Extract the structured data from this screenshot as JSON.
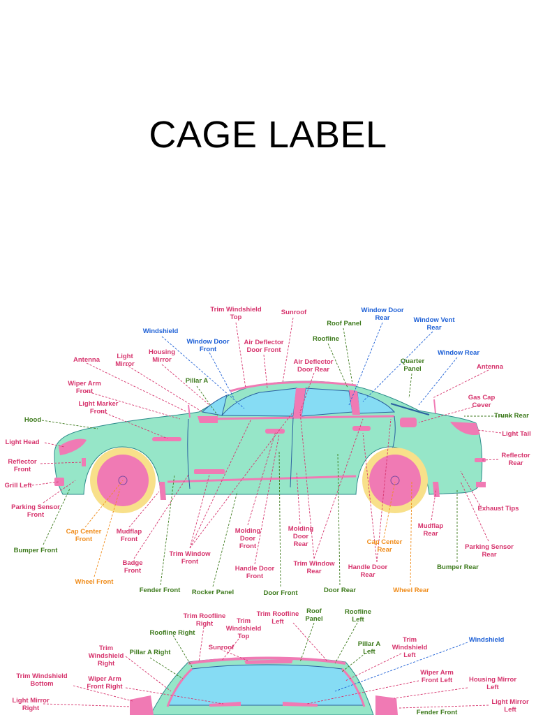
{
  "title": "CAGE LABEL",
  "colors": {
    "body": "#96e6c8",
    "trim": "#f07ab4",
    "glass": "#86dcf4",
    "tire": "#f8e08a",
    "label_green": "#3d7a1c",
    "label_pink": "#d6336c",
    "label_blue": "#1c5fd6",
    "label_orange": "#f08c1a"
  },
  "side_labels": [
    {
      "id": "trim-windshield-top",
      "lines": [
        "Trim Windshield",
        "Top"
      ],
      "color": "pink"
    },
    {
      "id": "sunroof",
      "lines": [
        "Sunroof"
      ],
      "color": "pink"
    },
    {
      "id": "window-door-rear",
      "lines": [
        "Window Door",
        "Rear"
      ],
      "color": "blue"
    },
    {
      "id": "roof-panel",
      "lines": [
        "Roof Panel"
      ],
      "color": "green"
    },
    {
      "id": "window-vent-rear",
      "lines": [
        "Window Vent",
        "Rear"
      ],
      "color": "blue"
    },
    {
      "id": "windshield",
      "lines": [
        "Windshield"
      ],
      "color": "blue"
    },
    {
      "id": "window-door-front",
      "lines": [
        "Window Door",
        "Front"
      ],
      "color": "blue"
    },
    {
      "id": "air-deflector-door-front",
      "lines": [
        "Air Deflector",
        "Door Front"
      ],
      "color": "pink"
    },
    {
      "id": "roofline",
      "lines": [
        "Roofline"
      ],
      "color": "green"
    },
    {
      "id": "window-rear",
      "lines": [
        "Window Rear"
      ],
      "color": "blue"
    },
    {
      "id": "housing-mirror",
      "lines": [
        "Housing",
        "Mirror"
      ],
      "color": "pink"
    },
    {
      "id": "light-mirror",
      "lines": [
        "Light",
        "Mirror"
      ],
      "color": "pink"
    },
    {
      "id": "antenna-front",
      "lines": [
        "Antenna"
      ],
      "color": "pink"
    },
    {
      "id": "air-deflector-door-rear",
      "lines": [
        "Air Deflector",
        "Door Rear"
      ],
      "color": "pink"
    },
    {
      "id": "quarter-panel",
      "lines": [
        "Quarter",
        "Panel"
      ],
      "color": "green"
    },
    {
      "id": "antenna-rear",
      "lines": [
        "Antenna"
      ],
      "color": "pink"
    },
    {
      "id": "pillar-a",
      "lines": [
        "Pillar A"
      ],
      "color": "green"
    },
    {
      "id": "wiper-arm-front",
      "lines": [
        "Wiper Arm",
        "Front"
      ],
      "color": "pink"
    },
    {
      "id": "gas-cap-cover",
      "lines": [
        "Gas Cap",
        "Cover"
      ],
      "color": "pink"
    },
    {
      "id": "light-marker-front",
      "lines": [
        "Light Marker",
        "Front"
      ],
      "color": "pink"
    },
    {
      "id": "trunk-rear",
      "lines": [
        "Trunk Rear"
      ],
      "color": "green"
    },
    {
      "id": "hood",
      "lines": [
        "Hood"
      ],
      "color": "green"
    },
    {
      "id": "light-tail",
      "lines": [
        "Light Tail"
      ],
      "color": "pink"
    },
    {
      "id": "light-head",
      "lines": [
        "Light Head"
      ],
      "color": "pink"
    },
    {
      "id": "reflector-front",
      "lines": [
        "Reflector",
        "Front"
      ],
      "color": "pink"
    },
    {
      "id": "reflector-rear",
      "lines": [
        "Reflector",
        "Rear"
      ],
      "color": "pink"
    },
    {
      "id": "grill-left",
      "lines": [
        "Grill Left"
      ],
      "color": "pink"
    },
    {
      "id": "parking-sensor-front",
      "lines": [
        "Parking Sensor",
        "Front"
      ],
      "color": "pink"
    },
    {
      "id": "exhaust-tips",
      "lines": [
        "Exhaust Tips"
      ],
      "color": "pink"
    },
    {
      "id": "molding-door-front",
      "lines": [
        "Molding",
        "Door",
        "Front"
      ],
      "color": "pink"
    },
    {
      "id": "molding-door-rear",
      "lines": [
        "Molding",
        "Door",
        "Rear"
      ],
      "color": "pink"
    },
    {
      "id": "mudflap-rear",
      "lines": [
        "Mudflap",
        "Rear"
      ],
      "color": "pink"
    },
    {
      "id": "cap-center-front",
      "lines": [
        "Cap Center",
        "Front"
      ],
      "color": "orange"
    },
    {
      "id": "mudflap-front",
      "lines": [
        "Mudflap",
        "Front"
      ],
      "color": "pink"
    },
    {
      "id": "cap-center-rear",
      "lines": [
        "Cap Center",
        "Rear"
      ],
      "color": "orange"
    },
    {
      "id": "parking-sensor-rear",
      "lines": [
        "Parking Sensor",
        "Rear"
      ],
      "color": "pink"
    },
    {
      "id": "bumper-front",
      "lines": [
        "Bumper Front"
      ],
      "color": "green"
    },
    {
      "id": "trim-window-front",
      "lines": [
        "Trim Window",
        "Front"
      ],
      "color": "pink"
    },
    {
      "id": "badge-front",
      "lines": [
        "Badge",
        "Front"
      ],
      "color": "pink"
    },
    {
      "id": "trim-window-rear",
      "lines": [
        "Trim Window",
        "Rear"
      ],
      "color": "pink"
    },
    {
      "id": "handle-door-rear",
      "lines": [
        "Handle Door",
        "Rear"
      ],
      "color": "pink"
    },
    {
      "id": "bumper-rear",
      "lines": [
        "Bumper Rear"
      ],
      "color": "green"
    },
    {
      "id": "handle-door-front",
      "lines": [
        "Handle Door",
        "Front"
      ],
      "color": "pink"
    },
    {
      "id": "wheel-front",
      "lines": [
        "Wheel Front"
      ],
      "color": "orange"
    },
    {
      "id": "fender-front",
      "lines": [
        "Fender Front"
      ],
      "color": "green"
    },
    {
      "id": "rocker-panel",
      "lines": [
        "Rocker Panel"
      ],
      "color": "green"
    },
    {
      "id": "door-front",
      "lines": [
        "Door Front"
      ],
      "color": "green"
    },
    {
      "id": "door-rear",
      "lines": [
        "Door Rear"
      ],
      "color": "green"
    },
    {
      "id": "wheel-rear",
      "lines": [
        "Wheel Rear"
      ],
      "color": "orange"
    }
  ],
  "front_labels": [
    {
      "id": "trim-roofline-right",
      "lines": [
        "Trim Roofline",
        "Right"
      ],
      "color": "pink"
    },
    {
      "id": "trim-windshield-top-2",
      "lines": [
        "Trim",
        "Windshield",
        "Top"
      ],
      "color": "pink"
    },
    {
      "id": "trim-roofline-left",
      "lines": [
        "Trim Roofline",
        "Left"
      ],
      "color": "pink"
    },
    {
      "id": "roof-panel-2",
      "lines": [
        "Roof",
        "Panel"
      ],
      "color": "green"
    },
    {
      "id": "roofline-left",
      "lines": [
        "Roofline",
        "Left"
      ],
      "color": "green"
    },
    {
      "id": "roofline-right",
      "lines": [
        "Roofline Right"
      ],
      "color": "green"
    },
    {
      "id": "trim-windshield-left",
      "lines": [
        "Trim",
        "Windshield",
        "Left"
      ],
      "color": "pink"
    },
    {
      "id": "windshield-2",
      "lines": [
        "Windshield"
      ],
      "color": "blue"
    },
    {
      "id": "sunroof-2",
      "lines": [
        "Sunroof"
      ],
      "color": "pink"
    },
    {
      "id": "trim-windshield-right",
      "lines": [
        "Trim",
        "Windshield",
        "Right"
      ],
      "color": "pink"
    },
    {
      "id": "pillar-a-right",
      "lines": [
        "Pillar A Right"
      ],
      "color": "green"
    },
    {
      "id": "pillar-a-left",
      "lines": [
        "Pillar A",
        "Left"
      ],
      "color": "green"
    },
    {
      "id": "trim-windshield-bottom",
      "lines": [
        "Trim Windshield",
        "Bottom"
      ],
      "color": "pink"
    },
    {
      "id": "wiper-arm-front-right",
      "lines": [
        "Wiper Arm",
        "Front Right"
      ],
      "color": "pink"
    },
    {
      "id": "wiper-arm-front-left",
      "lines": [
        "Wiper Arm",
        "Front Left"
      ],
      "color": "pink"
    },
    {
      "id": "housing-mirror-left",
      "lines": [
        "Housing Mirror",
        "Left"
      ],
      "color": "pink"
    },
    {
      "id": "light-mirror-right",
      "lines": [
        "Light Mirror",
        "Right"
      ],
      "color": "pink"
    },
    {
      "id": "light-mirror-left",
      "lines": [
        "Light Mirror",
        "Left"
      ],
      "color": "pink"
    },
    {
      "id": "fender-front-2",
      "lines": [
        "Fender Front"
      ],
      "color": "green"
    }
  ]
}
